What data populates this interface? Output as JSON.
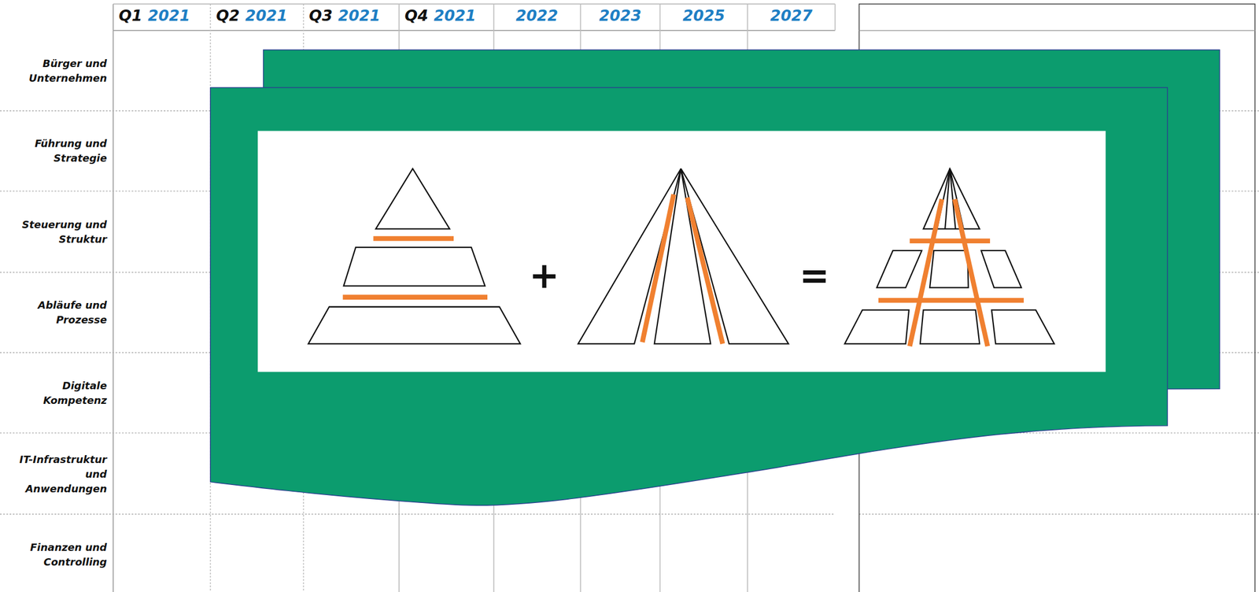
{
  "diagram": {
    "labels": [
      "Q1",
      "2021",
      "Q2",
      "2021",
      "Q3",
      "2021",
      "Q4",
      "2021",
      "2022",
      "2023",
      "2025",
      "2027",
      "Bürger und Unternehmen",
      "Führung und Strategie",
      "Steuerung und Struktur",
      "Abläufe und Prozesse",
      "Digitale Kompetenz",
      "IT-Infrastruktur und Anwendungen",
      "Finanzen und Controlling",
      "+",
      "="
    ]
  }
}
